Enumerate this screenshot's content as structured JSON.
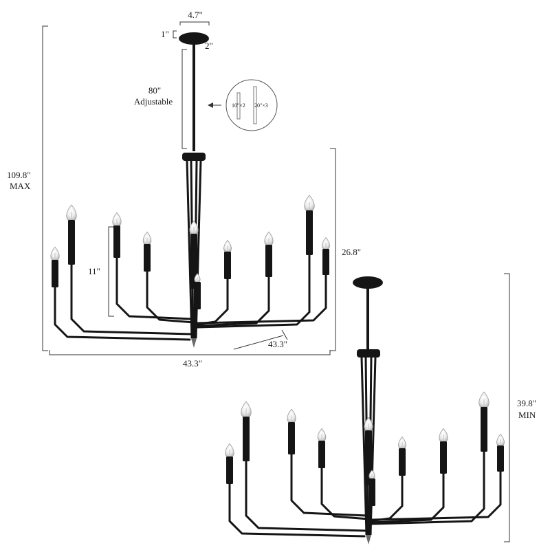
{
  "dimensions": {
    "canopy_width": "4.7\"",
    "canopy_height": "1\"",
    "canopy_stem": "2\"",
    "rod_length": "80\"",
    "rod_note": "Adjustable",
    "total_height_max": "109.8\"",
    "max_label": "MAX",
    "body_height": "26.8\"",
    "arm_height": "11\"",
    "depth": "43.3\"",
    "width": "43.3\"",
    "total_height_min": "39.8\"",
    "min_label": "MIN"
  },
  "rod_inset": {
    "rod_short": "10\"×2",
    "rod_long": "20\"×3"
  },
  "colors": {
    "fixture": "#151515",
    "lines": "#333333",
    "bulb": "#e4e4e4"
  }
}
